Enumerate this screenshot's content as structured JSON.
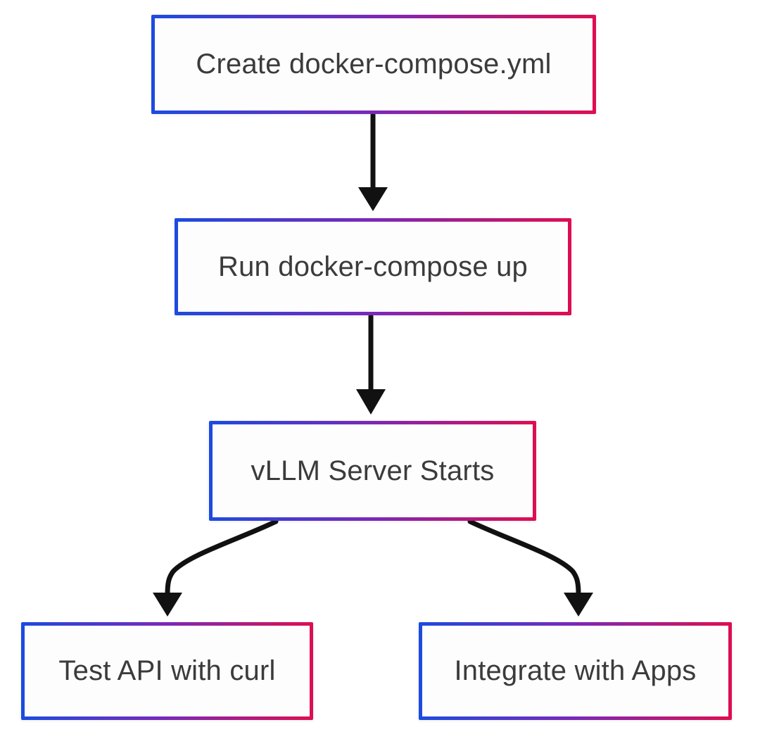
{
  "diagram": {
    "type": "flowchart",
    "direction": "top-down",
    "nodes": [
      {
        "id": "create",
        "label": "Create docker-compose.yml"
      },
      {
        "id": "run",
        "label": "Run docker-compose up"
      },
      {
        "id": "server",
        "label": "vLLM Server Starts"
      },
      {
        "id": "test",
        "label": "Test API with curl"
      },
      {
        "id": "integrate",
        "label": "Integrate with Apps"
      }
    ],
    "edges": [
      {
        "from": "create",
        "to": "run"
      },
      {
        "from": "run",
        "to": "server"
      },
      {
        "from": "server",
        "to": "test"
      },
      {
        "from": "server",
        "to": "integrate"
      }
    ],
    "colors": {
      "border_gradient_start": "#1c4be0",
      "border_gradient_mid": "#7b28b8",
      "border_gradient_end": "#de0e51",
      "arrow": "#111111",
      "text": "#3b3b3b",
      "node_fill": "#fdfdfe",
      "background": "#ffffff"
    }
  }
}
